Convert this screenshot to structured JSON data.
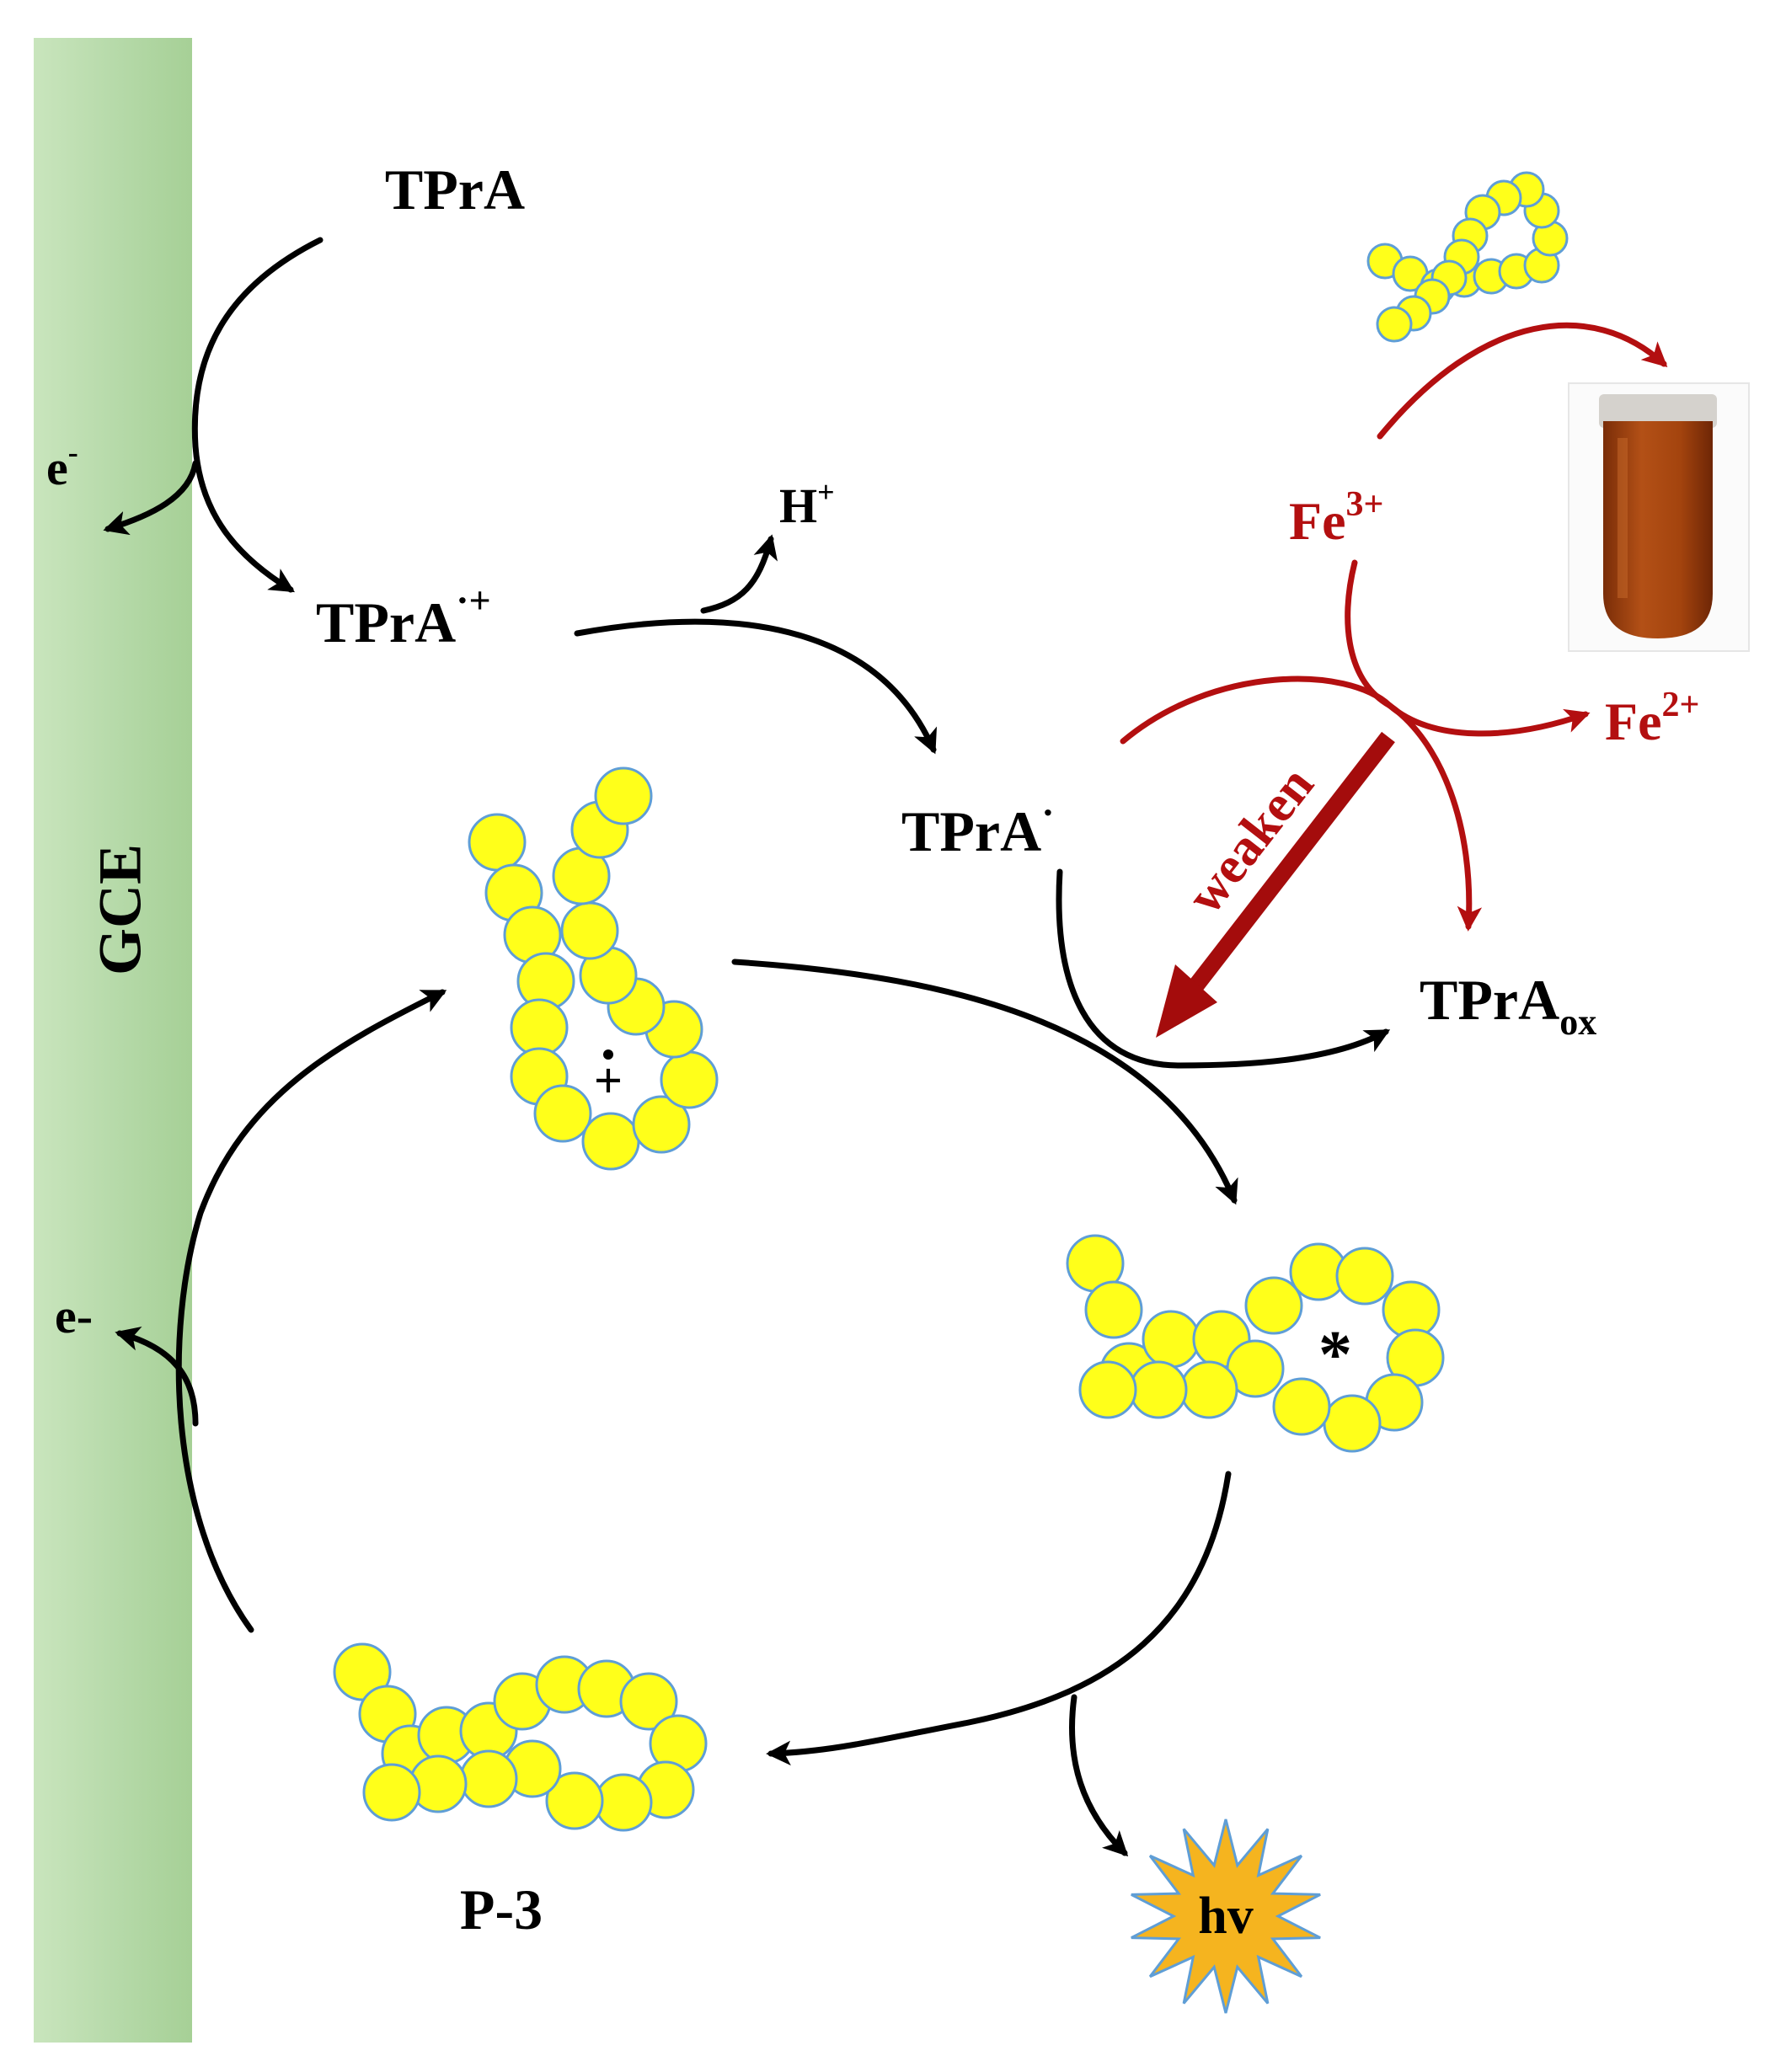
{
  "electrode": {
    "label": "GCE"
  },
  "species": {
    "tpra": "TPrA",
    "tpra_radical_cation": {
      "base": "TPrA",
      "sup": "·+"
    },
    "tpra_radical": {
      "base": "TPrA",
      "sup": "·"
    },
    "tpra_ox": {
      "base": "TPrA",
      "sub": "ox"
    },
    "proton": {
      "base": "H",
      "sup": "+"
    },
    "electron_top": {
      "base": "e",
      "sup": "-"
    },
    "electron_bottom": "e-"
  },
  "iron": {
    "fe3": {
      "base": "Fe",
      "sup": "3+"
    },
    "fe2": {
      "base": "Fe",
      "sup": "2+"
    },
    "weaken_label": "weaken"
  },
  "polymer": {
    "name": "P-3",
    "radical_cation_marker": "+",
    "excited_marker": "*",
    "emission_label": "hv"
  },
  "colors": {
    "electrode_fill": "#b5d9a8",
    "electrode_edge": "#9ccb8e",
    "pathway": "#000000",
    "iron_pathway": "#b30f10",
    "bead_fill": "#ffff1a",
    "bead_stroke": "#5f9ed6",
    "star_fill": "#f5b41f",
    "star_stroke": "#5f9ed6",
    "vial_liquid": "#a9450f"
  }
}
